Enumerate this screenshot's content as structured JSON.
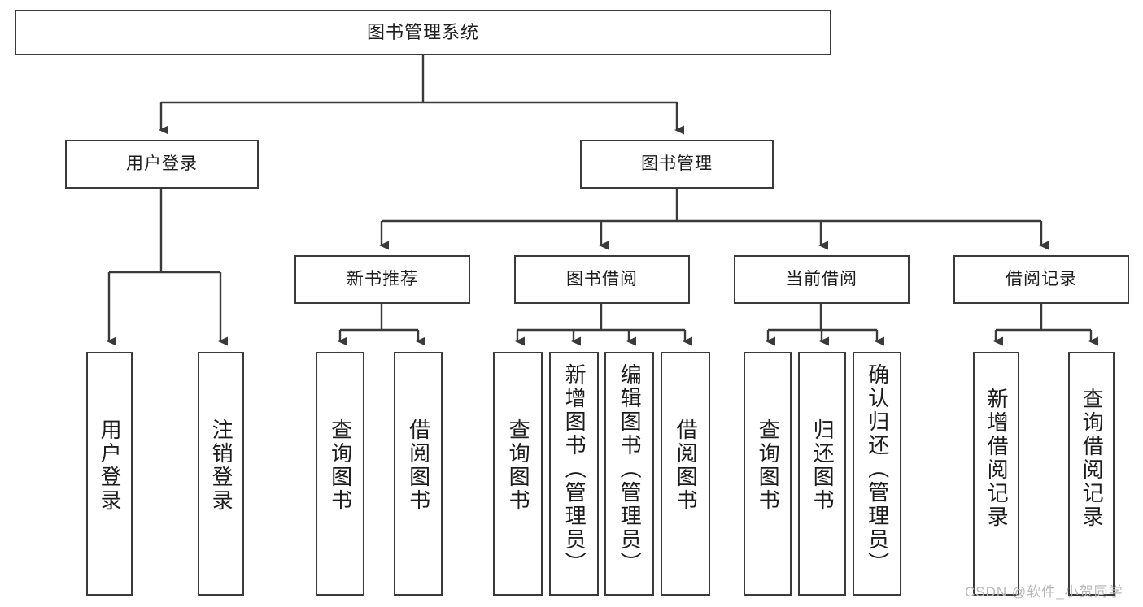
{
  "diagram": {
    "type": "tree",
    "title": "图书管理系统",
    "watermark": "CSDN @软件_小贺同学",
    "colors": {
      "box_border": "#3a3a3a",
      "box_fill": "#ffffff",
      "edge": "#3a3a3a",
      "text": "#1c1c1c",
      "watermark": "#b9b9b9"
    },
    "nodes": {
      "root": {
        "label": "图书管理系统"
      },
      "level2": [
        {
          "label": "用户登录"
        },
        {
          "label": "图书管理"
        }
      ],
      "level3": [
        {
          "label": "新书推荐"
        },
        {
          "label": "图书借阅"
        },
        {
          "label": "当前借阅"
        },
        {
          "label": "借阅记录"
        }
      ],
      "leaves": {
        "user_login": [
          {
            "label": "用户登录"
          },
          {
            "label": "注销登录"
          }
        ],
        "new_book_recommend": [
          {
            "label": "查询图书"
          },
          {
            "label": "借阅图书"
          }
        ],
        "book_borrow": [
          {
            "label": "查询图书"
          },
          {
            "label": "新增图书（管理员）"
          },
          {
            "label": "编辑图书（管理员）"
          },
          {
            "label": "借阅图书"
          }
        ],
        "current_borrow": [
          {
            "label": "查询图书"
          },
          {
            "label": "归还图书"
          },
          {
            "label": "确认归还（管理员）"
          }
        ],
        "borrow_record": [
          {
            "label": "新增借阅记录"
          },
          {
            "label": "查询借阅记录"
          }
        ]
      }
    }
  }
}
